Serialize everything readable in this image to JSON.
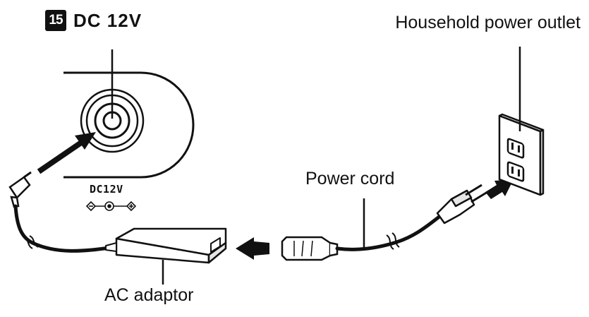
{
  "terminal": {
    "number": "15",
    "title": "DC 12V",
    "jack_marking": "DC12V"
  },
  "labels": {
    "outlet": "Household power outlet",
    "power_cord": "Power cord",
    "ac_adaptor": "AC adaptor"
  },
  "colors": {
    "line": "#111111",
    "fill": "#ffffff",
    "shade": "#e6e6e6"
  }
}
